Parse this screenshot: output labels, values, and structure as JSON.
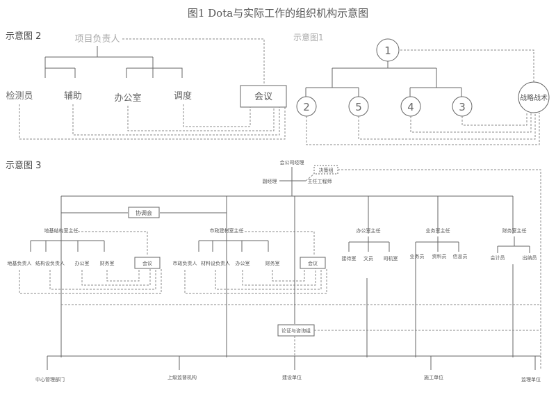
{
  "title": "图1   Dota与实际工作的组织机构示意图",
  "diagram2": {
    "label": "示意图 2",
    "root": "项目负责人",
    "children": [
      "检测员",
      "辅助",
      "办公室",
      "调度"
    ],
    "meeting": "会议"
  },
  "diagram1": {
    "label": "示意图1",
    "root": "1",
    "children": [
      "2",
      "5",
      "4",
      "3"
    ],
    "strategy": "战略战术"
  },
  "diagram3": {
    "label": "示意图 3",
    "top": "会公司经理",
    "review": "决策组",
    "deputy": "副经理",
    "chief_engineer": "主任工程师",
    "coordination": "协调会",
    "consulting": "论证与咨询组",
    "groups": [
      {
        "head": "地基结构室主任",
        "members": [
          "地基负责人",
          "结构设负责人",
          "办公室",
          "财务室"
        ],
        "meeting": "会议"
      },
      {
        "head": "市政建材室主任",
        "members": [
          "市政负责人",
          "材料设负责人",
          "办公室",
          "财务室"
        ],
        "meeting": "会议"
      },
      {
        "head": "办公室主任",
        "members": [
          "接待室",
          "文员",
          "司机室"
        ]
      },
      {
        "head": "业务室主任",
        "members": [
          "业务员",
          "资料员",
          "信息员"
        ]
      },
      {
        "head": "财务室主任",
        "members": [
          "会计员",
          "出纳员"
        ]
      }
    ],
    "bottom": [
      "中心管理部门",
      "上级监督机构",
      "建设单位",
      "施工单位",
      "监理单位"
    ]
  }
}
